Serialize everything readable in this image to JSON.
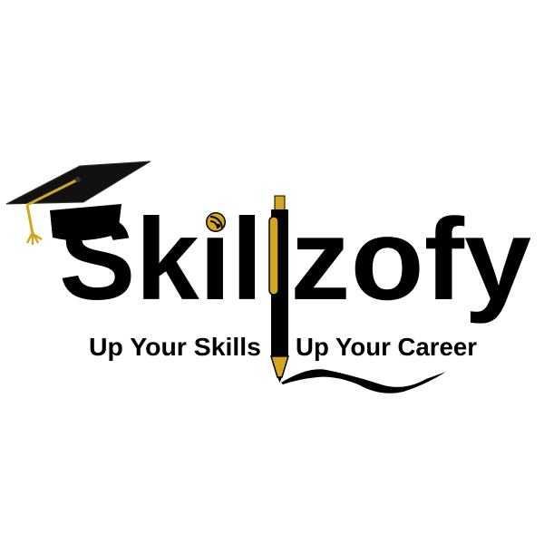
{
  "logo": {
    "brand_left": "Skil",
    "brand_right": "zofy",
    "tagline_left": "Up Your Skills",
    "tagline_right": "Up Your Career",
    "icons": [
      "graduation-cap-icon",
      "wifi-signal-icon",
      "pen-icon",
      "ink-squiggle"
    ],
    "colors": {
      "primary": "#000000",
      "accent": "#D4A521",
      "background": "#FFFFFF"
    }
  }
}
